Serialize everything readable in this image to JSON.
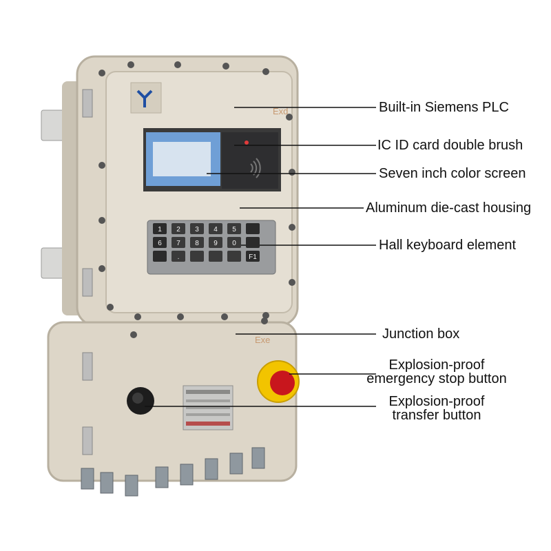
{
  "callouts": [
    {
      "id": "plc",
      "text": "Built-in Siemens PLC"
    },
    {
      "id": "ic",
      "text": "IC ID card double brush"
    },
    {
      "id": "screen",
      "text": "Seven inch color screen"
    },
    {
      "id": "housing",
      "text": "Aluminum die-cast housing"
    },
    {
      "id": "keyboard",
      "text": "Hall keyboard element"
    },
    {
      "id": "junction",
      "text": "Junction box"
    },
    {
      "id": "estop",
      "lines": [
        "Explosion-proof",
        "emergency stop button"
      ]
    },
    {
      "id": "transfer",
      "lines": [
        "Explosion-proof",
        "transfer button"
      ]
    }
  ],
  "device": {
    "ex_mark_top": "Exd",
    "ex_mark_bottom": "Exe",
    "keypad_keys": [
      [
        "1",
        "2",
        "3",
        "4",
        "5",
        ""
      ],
      [
        "6",
        "7",
        "8",
        "9",
        "0",
        ""
      ],
      [
        "",
        ".",
        "",
        "",
        "",
        "F1"
      ]
    ]
  },
  "colors": {
    "housing": "#ddd6c8",
    "housing_edge": "#b8b0a0",
    "screen": "#6f9fd6",
    "ic_panel": "#2e2e30",
    "estop_yellow": "#f2c400",
    "estop_red": "#c8161d",
    "leader": "#111111"
  }
}
